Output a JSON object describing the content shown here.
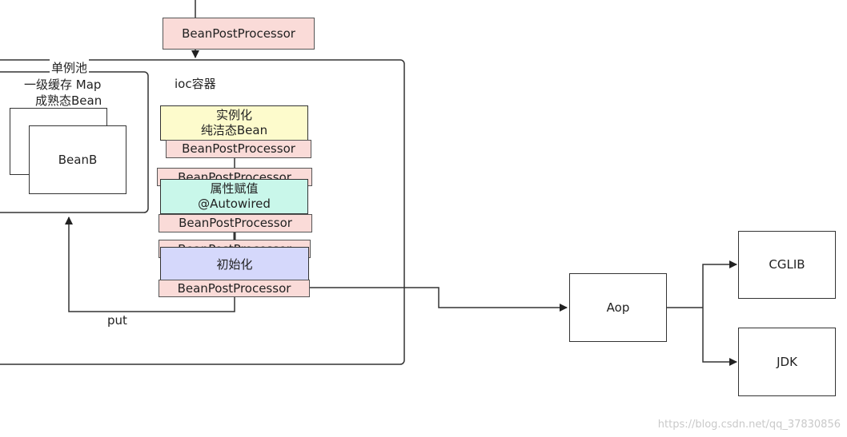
{
  "top_bpp": "BeanPostProcessor",
  "ioc": {
    "label": "ioc容器"
  },
  "pool": {
    "title": "单例池",
    "line1": "一级缓存 Map",
    "line2": "成熟态Bean",
    "bean": "BeanB"
  },
  "steps": {
    "instantiate": {
      "line1": "实例化",
      "line2": "纯洁态Bean"
    },
    "populate": {
      "line1": "属性赋值",
      "line2": "@Autowired"
    },
    "init": {
      "label": "初始化"
    },
    "bpp": "BeanPostProcessor"
  },
  "put_label": "put",
  "aop": "Aop",
  "cglib": "CGLIB",
  "jdk": "JDK",
  "watermark": "https://blog.csdn.net/qq_37830856",
  "colors": {
    "bpp": "#fadbd8",
    "instantiate": "#fdfbcc",
    "populate": "#c9f7ea",
    "init": "#d5d8fb"
  }
}
